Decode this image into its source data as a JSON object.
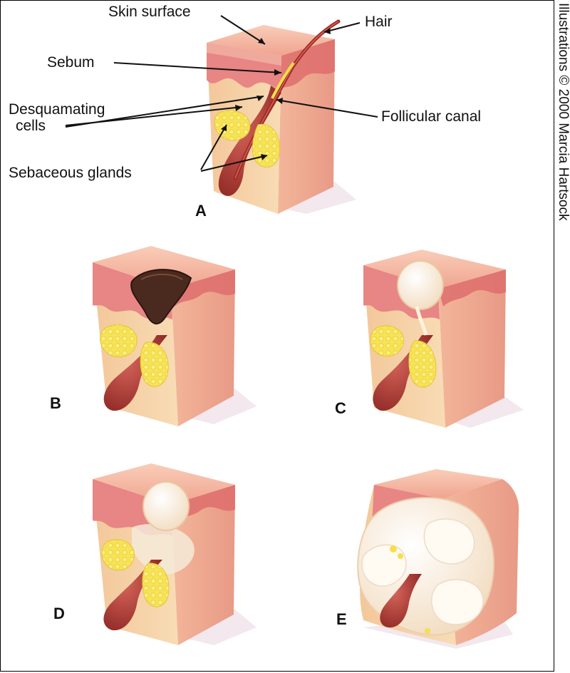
{
  "labels": {
    "skin_surface": "Skin surface",
    "hair": "Hair",
    "sebum": "Sebum",
    "desquamating_line1": "Desquamating",
    "desquamating_line2": "cells",
    "follicular_canal": "Follicular canal",
    "sebaceous_glands": "Sebaceous glands"
  },
  "panels": {
    "a": "A",
    "b": "B",
    "c": "C",
    "d": "D",
    "e": "E"
  },
  "credit": "Illustrations © 2000 Marcia Hartsock",
  "colors": {
    "skin_top": "#f2b59b",
    "skin_side": "#f7d0a8",
    "dermis": "#f6d6a6",
    "epidermis": "#e27a7a",
    "follicle": "#a8322e",
    "gland": "#f5e04a",
    "plug_dark": "#4a2a1e",
    "whitehead": "#fff5e8"
  }
}
